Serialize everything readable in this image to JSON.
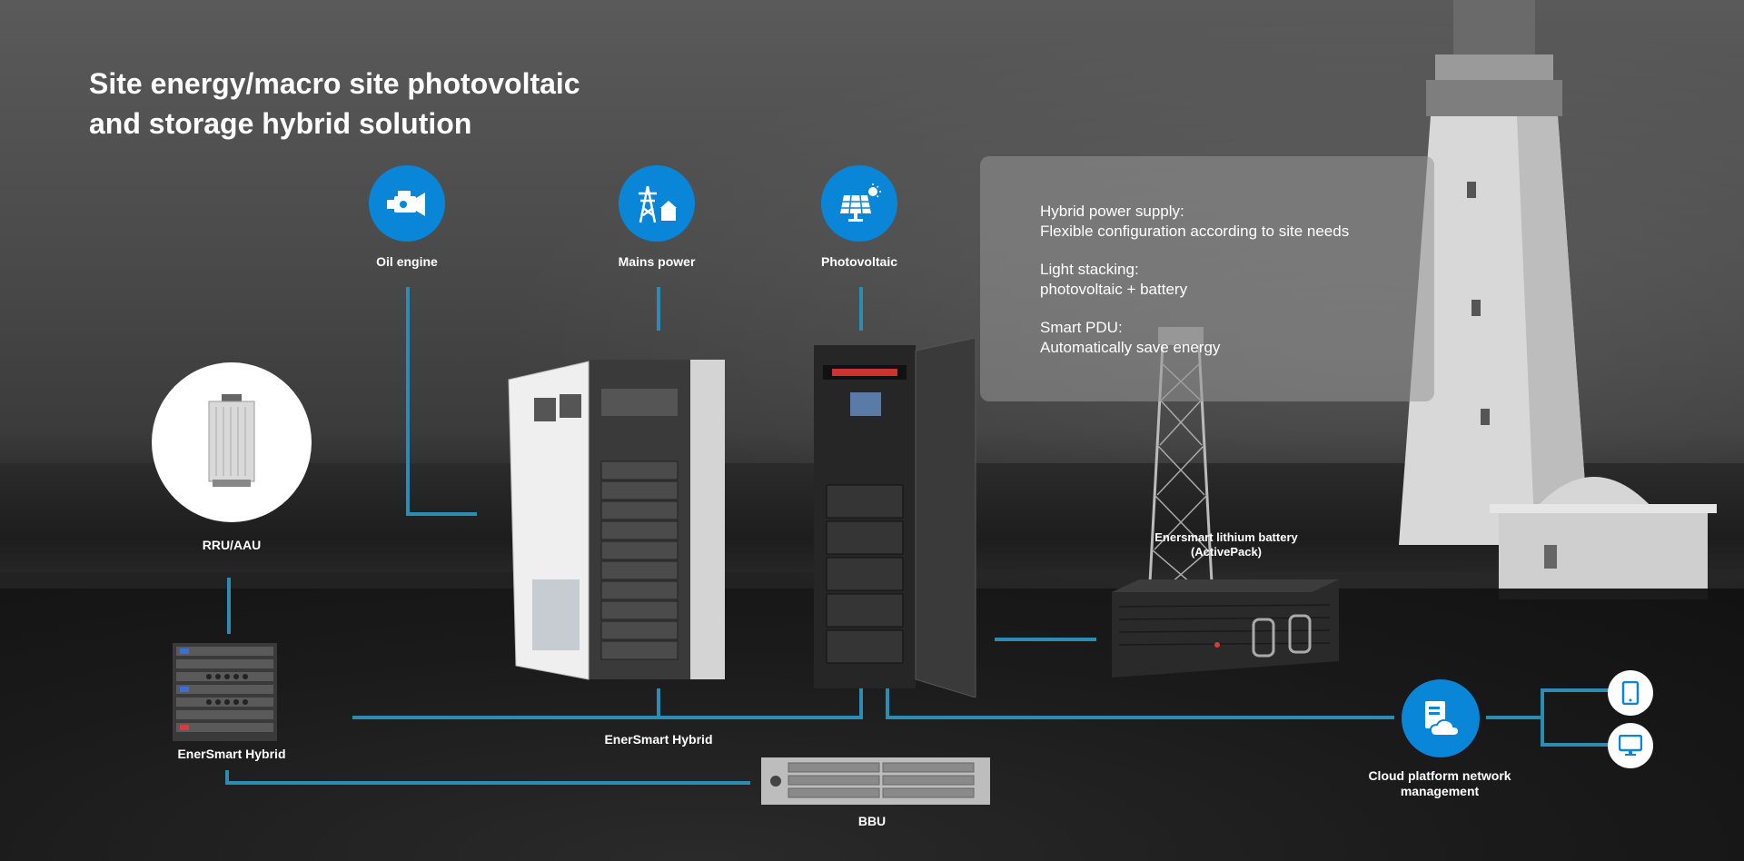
{
  "title_line1": "Site energy/macro site photovoltaic",
  "title_line2": "and storage hybrid solution",
  "sources": [
    {
      "label": "Oil engine",
      "icon": "oil-engine-icon"
    },
    {
      "label": "Mains power",
      "icon": "power-tower-icon"
    },
    {
      "label": "Photovoltaic",
      "icon": "solar-panel-icon"
    }
  ],
  "info": [
    {
      "heading": "Hybrid power supply:",
      "text": "Flexible configuration according to site needs"
    },
    {
      "heading": "Light stacking:",
      "text": "photovoltaic + battery"
    },
    {
      "heading": "Smart PDU:",
      "text": "Automatically save energy"
    }
  ],
  "rru_label": "RRU/AAU",
  "hybrid_left_label": "EnerSmart Hybrid",
  "hybrid_center_label": "EnerSmart Hybrid",
  "battery_label_line1": "Enersmart lithium battery",
  "battery_label_line2": "(ActivePack)",
  "bbu_label": "BBU",
  "cloud_label_line1": "Cloud platform network",
  "cloud_label_line2": "management",
  "colors": {
    "accent": "#0a86d8",
    "connector": "#2d8cb2"
  }
}
